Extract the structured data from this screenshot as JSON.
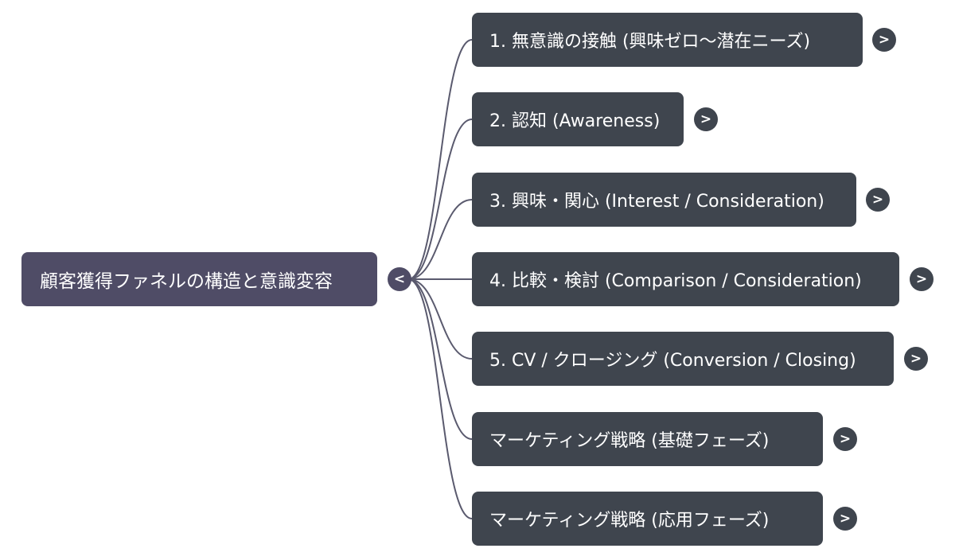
{
  "root": {
    "label": "顧客獲得ファネルの構造と意識変容",
    "collapse_symbol": "<",
    "color": "#4f4c66"
  },
  "children": [
    {
      "label": "1. 無意識の接触 (興味ゼロ〜潜在ニーズ)",
      "expand_symbol": ">"
    },
    {
      "label": "2. 認知 (Awareness)",
      "expand_symbol": ">"
    },
    {
      "label": "3. 興味・関心 (Interest / Consideration)",
      "expand_symbol": ">"
    },
    {
      "label": "4. 比較・検討 (Comparison / Consideration)",
      "expand_symbol": ">"
    },
    {
      "label": "5. CV / クロージング (Conversion / Closing)",
      "expand_symbol": ">"
    },
    {
      "label": "マーケティング戦略 (基礎フェーズ)",
      "expand_symbol": ">"
    },
    {
      "label": "マーケティング戦略 (応用フェーズ)",
      "expand_symbol": ">"
    }
  ],
  "colors": {
    "child_node": "#3f454e",
    "connector": "#5a5a6e",
    "text": "#ffffff"
  },
  "icons": {
    "collapse": "chevron-left-icon",
    "expand": "chevron-right-icon"
  }
}
